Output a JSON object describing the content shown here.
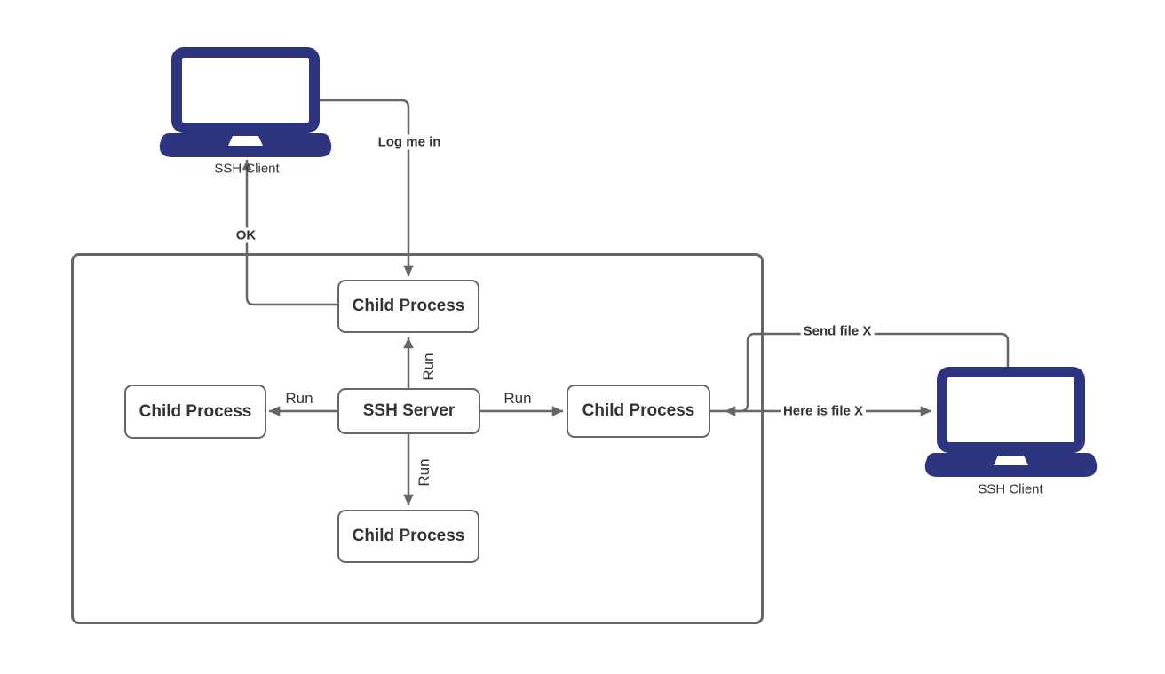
{
  "nodes": {
    "server": {
      "label": "SSH Server"
    },
    "child_top": {
      "label": "Child Process"
    },
    "child_left": {
      "label": "Child Process"
    },
    "child_right": {
      "label": "Child Process"
    },
    "child_bottom": {
      "label": "Child Process"
    }
  },
  "clients": {
    "top": {
      "label": "SSH Client"
    },
    "right": {
      "label": "SSH Client"
    }
  },
  "edges": {
    "log_me_in": {
      "label": "Log me in"
    },
    "ok": {
      "label": "OK"
    },
    "run_top": {
      "label": "Run"
    },
    "run_left": {
      "label": "Run"
    },
    "run_right": {
      "label": "Run"
    },
    "run_bottom": {
      "label": "Run"
    },
    "send_file": {
      "label": "Send file X"
    },
    "here_is_file": {
      "label": "Here is file X"
    }
  },
  "colors": {
    "laptop": "#2d3480",
    "connector": "#666666",
    "node_border": "#666666",
    "text": "#333333",
    "bg": "#ffffff"
  }
}
